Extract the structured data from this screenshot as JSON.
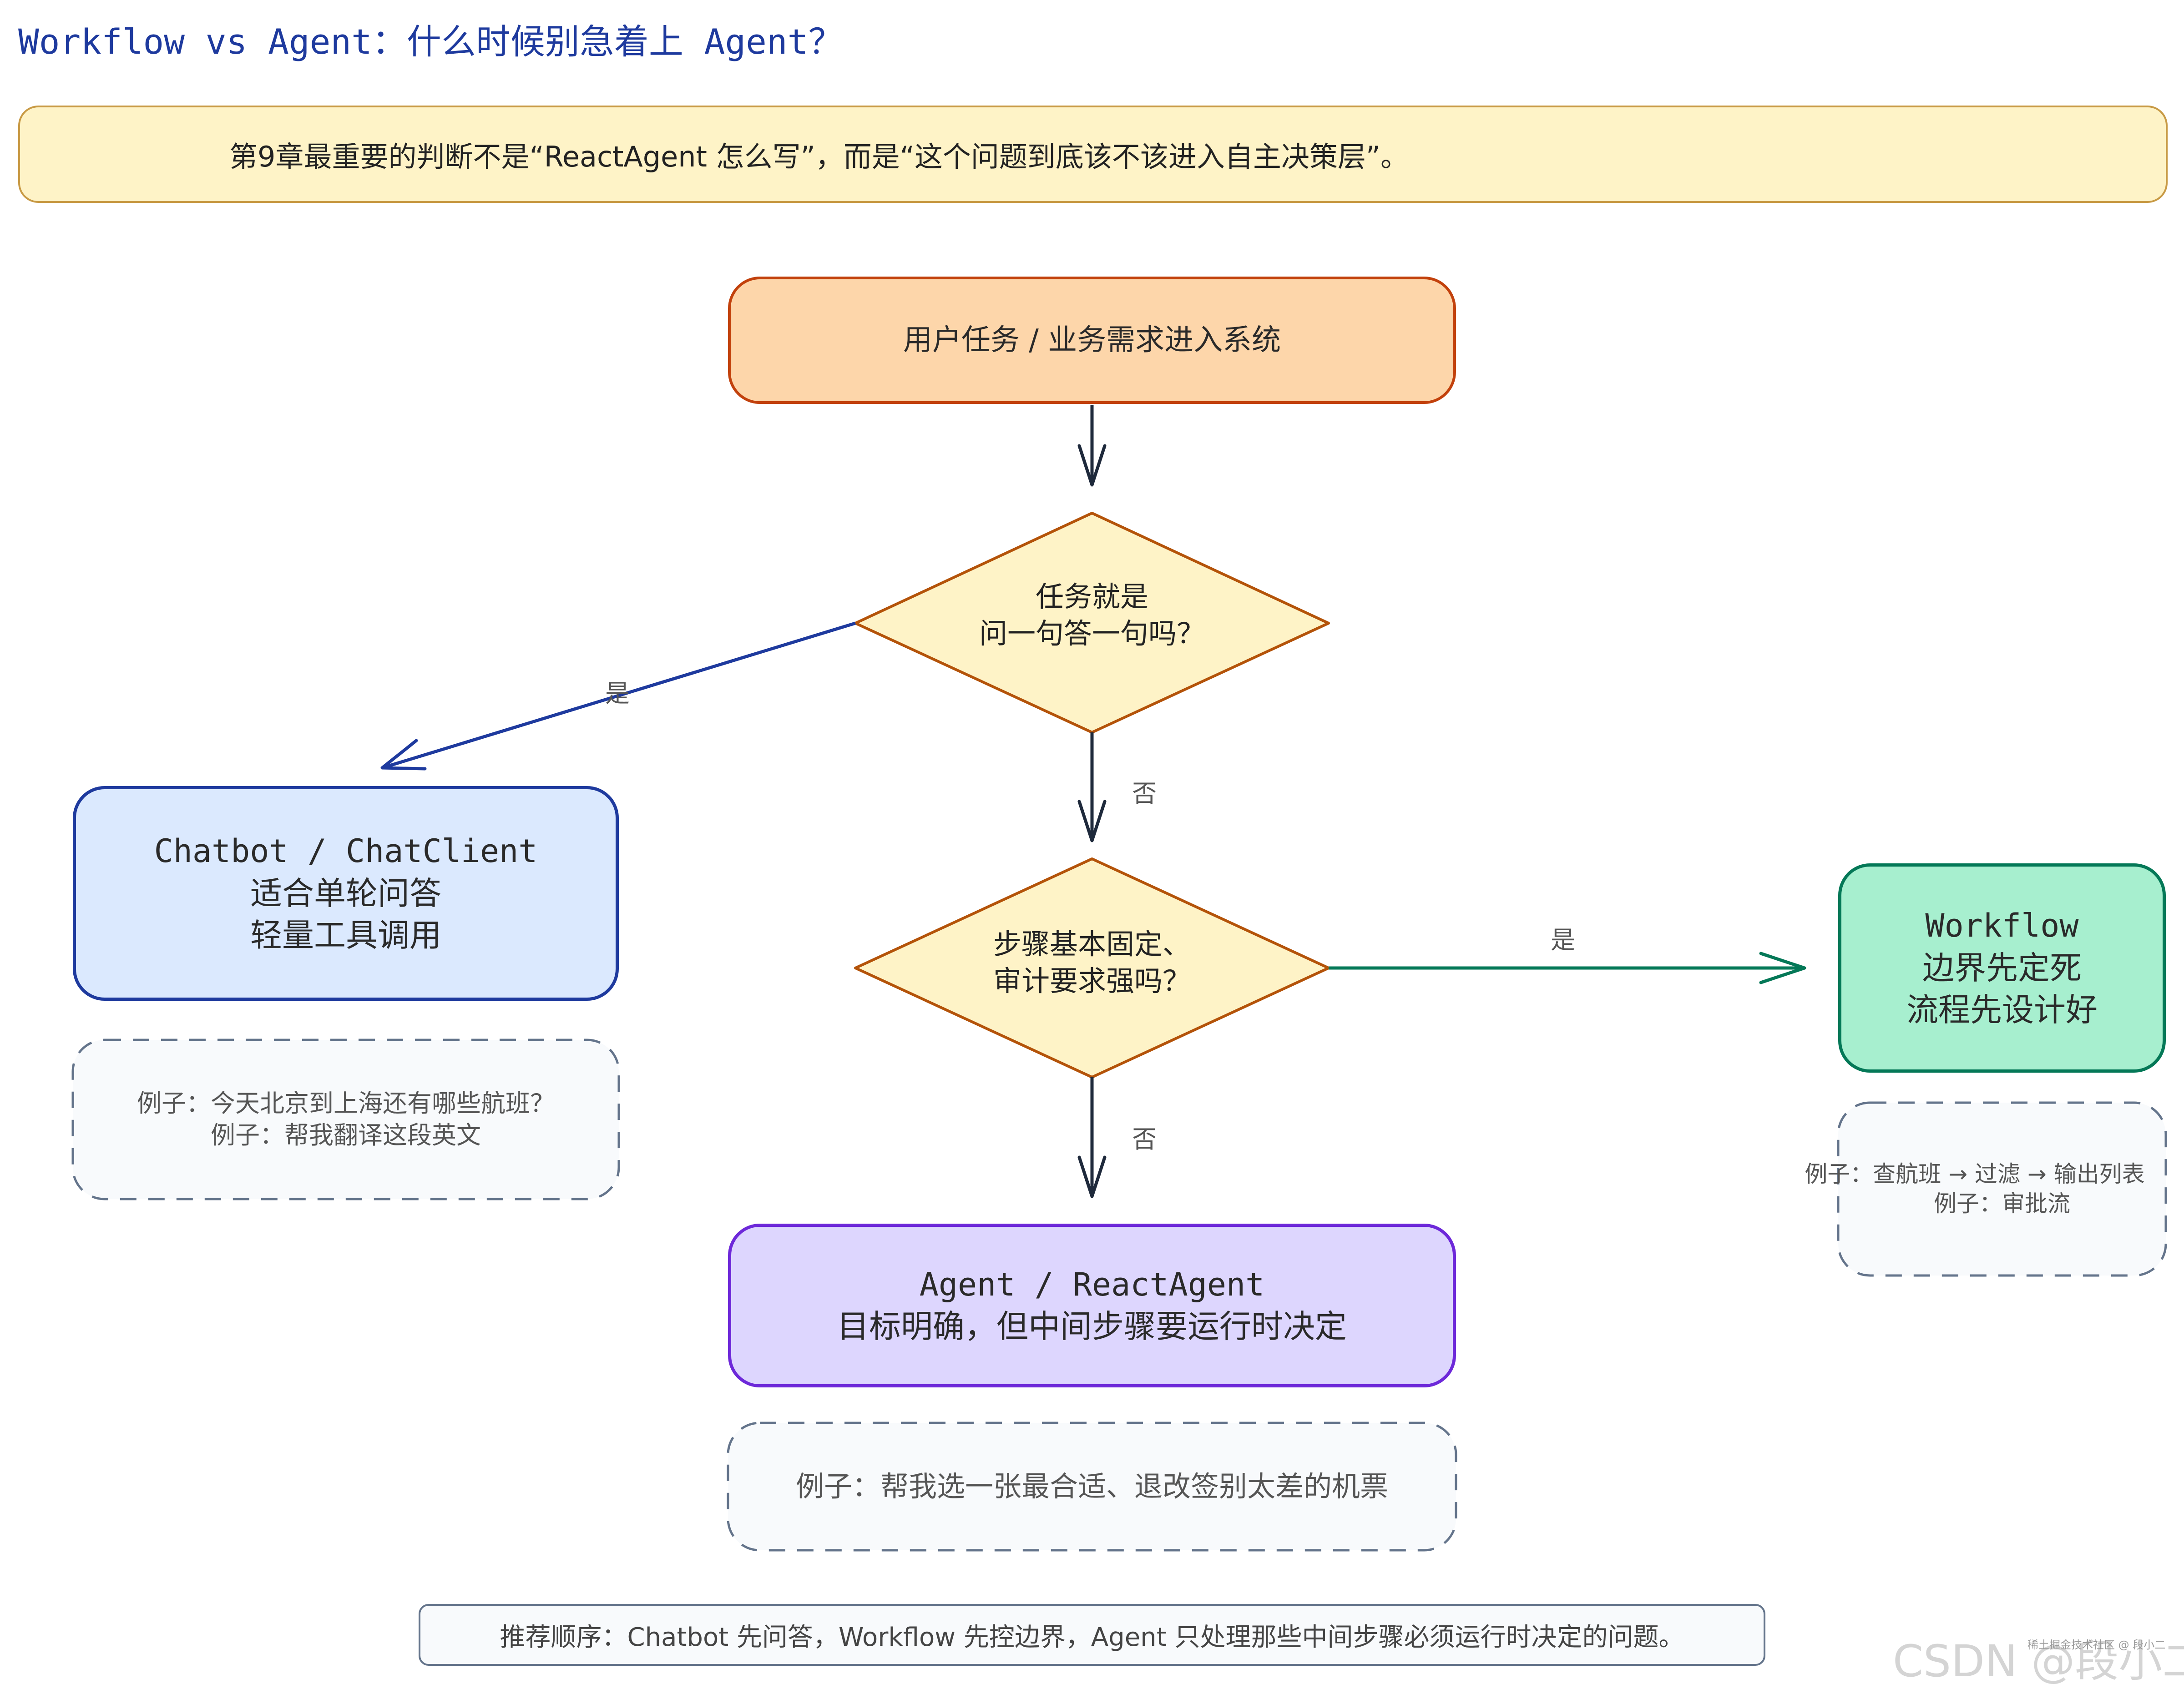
{
  "title": "Workflow vs Agent：什么时候别急着上 Agent？",
  "banner": "第9章最重要的判断不是“ReactAgent 怎么写”，而是“这个问题到底该不该进入自主决策层”。",
  "nodes": {
    "start": "用户任务 / 业务需求进入系统",
    "decision1": {
      "line1": "任务就是",
      "line2": "问一句答一句吗？"
    },
    "decision2": {
      "line1": "步骤基本固定、",
      "line2": "审计要求强吗？"
    },
    "chatbot": {
      "line1": "Chatbot / ChatClient",
      "line2": "适合单轮问答",
      "line3": "轻量工具调用"
    },
    "workflow": {
      "line1": "Workflow",
      "line2": "边界先定死",
      "line3": "流程先设计好"
    },
    "agent": {
      "line1": "Agent / ReactAgent",
      "line2": "目标明确，但中间步骤要运行时决定"
    }
  },
  "notes": {
    "chatbot": {
      "line1": "例子：今天北京到上海还有哪些航班？",
      "line2": "例子：帮我翻译这段英文"
    },
    "workflow": {
      "line1": "例子：查航班 → 过滤 → 输出列表",
      "line2": "例子：审批流"
    },
    "agent": "例子：帮我选一张最合适、退改签别太差的机票"
  },
  "edges": {
    "d1_yes": "是",
    "d1_no": "否",
    "d2_yes": "是",
    "d2_no": "否"
  },
  "footer": "推荐顺序：Chatbot 先问答，Workflow 先控边界，Agent 只处理那些中间步骤必须运行时决定的问题。",
  "watermark": {
    "main": "CSDN @段小二",
    "small": "稀土掘金技术社区 @ 段小二"
  },
  "colors": {
    "title": "#1e3a9e",
    "start_fill": "#fdd6aa",
    "start_stroke": "#c2410c",
    "decision_fill": "#fef3c7",
    "decision_stroke": "#b45309",
    "chatbot_fill": "#dbe9fe",
    "chatbot_stroke": "#1e3a9e",
    "workflow_fill": "#a7efcf",
    "workflow_stroke": "#047857",
    "agent_fill": "#ddd6fe",
    "agent_stroke": "#6d28d9",
    "arrow_default": "#1e293b"
  }
}
